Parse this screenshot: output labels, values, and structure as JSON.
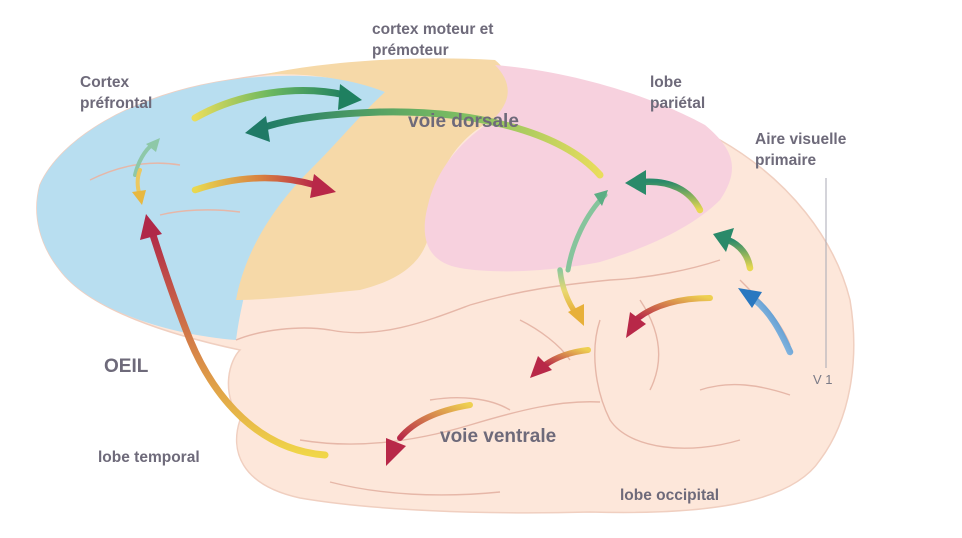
{
  "labels": {
    "motor_line1": "cortex moteur et",
    "motor_line2": "prémoteur",
    "prefrontal_line1": "Cortex",
    "prefrontal_line2": "préfrontal",
    "parietal_line1": "lobe",
    "parietal_line2": "pariétal",
    "dorsal_pathway": "voie dorsale",
    "visual_line1": "Aire visuelle",
    "visual_line2": "primaire",
    "eye": "OEIL",
    "v1": "V 1",
    "temporal": "lobe temporal",
    "ventral_pathway": "voie ventrale",
    "occipital": "lobe occipital"
  },
  "colors": {
    "prefrontal_region": "#b8def0",
    "motor_region": "#f6d9a8",
    "parietal_region": "#f7d1de",
    "brain_base": "#fde7da",
    "label_text": "#6e6a7a",
    "arrow_green": "#2e8b68",
    "arrow_red": "#c03048",
    "arrow_yellow": "#e8c040",
    "arrow_blue": "#3a8cc8"
  }
}
